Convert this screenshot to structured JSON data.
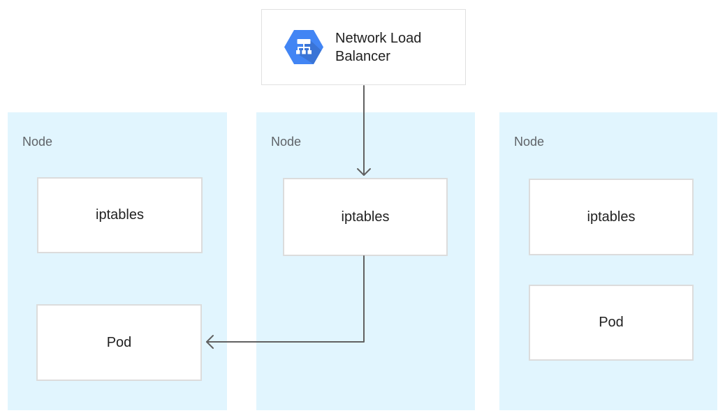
{
  "diagram": {
    "load_balancer": {
      "label": "Network Load Balancer",
      "icon": "network-load-balancer-hexagon-icon"
    },
    "nodes": [
      {
        "label": "Node",
        "boxes": [
          {
            "label": "iptables"
          },
          {
            "label": "Pod"
          }
        ]
      },
      {
        "label": "Node",
        "boxes": [
          {
            "label": "iptables"
          }
        ]
      },
      {
        "label": "Node",
        "boxes": [
          {
            "label": "iptables"
          },
          {
            "label": "Pod"
          }
        ]
      }
    ],
    "connections": [
      {
        "from": "load-balancer",
        "to": "node-2-iptables",
        "direction": "down"
      },
      {
        "from": "node-2-iptables",
        "to": "node-1-pod",
        "direction": "down-then-left"
      }
    ],
    "colors": {
      "node_background": "#E1F5FE",
      "box_background": "#FFFFFF",
      "box_border": "#DCDCDC",
      "outer_box_border": "#E0E0E0",
      "arrow": "#616161",
      "icon_blue": "#4285F4",
      "node_label_gray": "#5F6368",
      "text_dark": "#212121"
    }
  }
}
